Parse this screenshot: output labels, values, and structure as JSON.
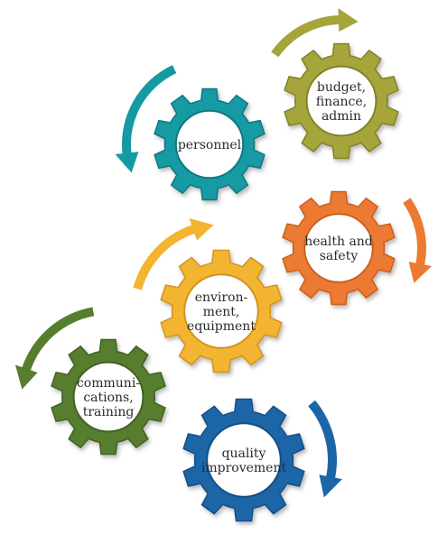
{
  "gears": [
    {
      "id": "personnel",
      "lines": [
        "personnel"
      ],
      "color": "#159AA3",
      "dark": "#0E7880"
    },
    {
      "id": "budget",
      "lines": [
        "budget,",
        "finance,",
        "admin"
      ],
      "color": "#A5A53A",
      "dark": "#818128"
    },
    {
      "id": "health",
      "lines": [
        "health and",
        "safety"
      ],
      "color": "#EC7A30",
      "dark": "#C95F1E"
    },
    {
      "id": "environment",
      "lines": [
        "environ-",
        "ment,",
        "equipment"
      ],
      "color": "#F3B431",
      "dark": "#D29420"
    },
    {
      "id": "communications",
      "lines": [
        "communi-",
        "cations,",
        "training"
      ],
      "color": "#567E2E",
      "dark": "#3F6121"
    },
    {
      "id": "quality",
      "lines": [
        "quality",
        "improvement"
      ],
      "color": "#1C66A8",
      "dark": "#134E84"
    }
  ],
  "arrows": [
    {
      "id": "personnel",
      "color": "#159AA3",
      "direction": "counter-clockwise"
    },
    {
      "id": "budget",
      "color": "#A5A53A",
      "direction": "clockwise"
    },
    {
      "id": "health",
      "color": "#EC7A30",
      "direction": "clockwise"
    },
    {
      "id": "environment",
      "color": "#F3B431",
      "direction": "clockwise"
    },
    {
      "id": "communications",
      "color": "#567E2E",
      "direction": "counter-clockwise"
    },
    {
      "id": "quality",
      "color": "#1C66A8",
      "direction": "clockwise"
    }
  ]
}
